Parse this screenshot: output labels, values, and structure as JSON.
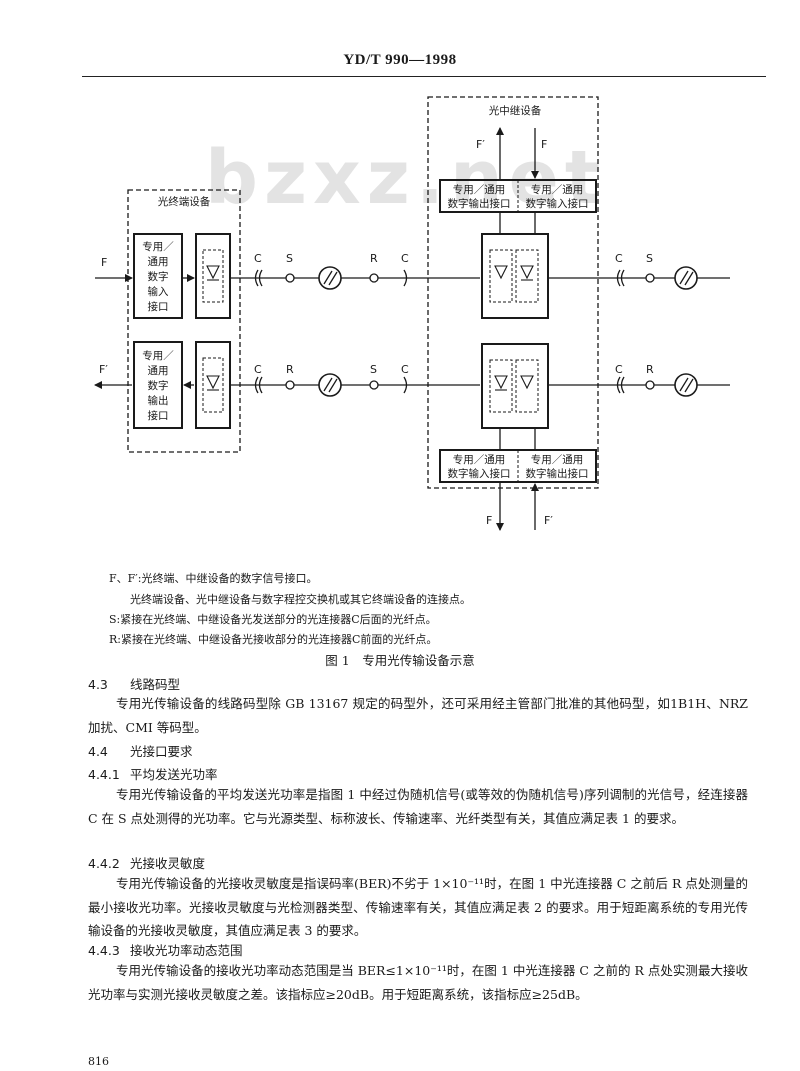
{
  "header": {
    "standard_code": "YD/T 990—1998"
  },
  "watermark": "bzxz.net",
  "diagram": {
    "terminal_title": "光终端设备",
    "repeater_title": "光中继设备",
    "interface_input": "专用／通用数字输入接口",
    "interface_output": "专用／通用数字输出接口",
    "rep_top_left": [
      "专用／通用",
      "数字输出接口"
    ],
    "rep_top_right": [
      "专用／通用",
      "数字输入接口"
    ],
    "rep_bot_left": [
      "专用／通用",
      "数字输入接口"
    ],
    "rep_bot_right": [
      "专用／通用",
      "数字输出接口"
    ],
    "terminal_input_lines": [
      "专用／",
      "通用",
      "数字",
      "输入",
      "接口"
    ],
    "terminal_output_lines": [
      "专用／",
      "通用",
      "数字",
      "输出",
      "接口"
    ],
    "labels": {
      "F": "F",
      "F_prime": "F′",
      "C": "C",
      "S": "S",
      "R": "R"
    }
  },
  "legend": [
    "F、F′:光终端、中继设备的数字信号接口。",
    "光终端设备、光中继设备与数字程控交换机或其它终端设备的连接点。",
    "S:紧接在光终端、中继设备光发送部分的光连接器C后面的光纤点。",
    "R:紧接在光终端、中继设备光接收部分的光连接器C前面的光纤点。"
  ],
  "figure_caption": "图 1　专用光传输设备示意",
  "sections": [
    {
      "num": "4.3",
      "title": "线路码型",
      "body": "专用光传输设备的线路码型除 GB 13167 规定的码型外，还可采用经主管部门批准的其他码型，如1B1H、NRZ 加扰、CMI 等码型。"
    },
    {
      "num": "4.4",
      "title": "光接口要求"
    },
    {
      "num": "4.4.1",
      "title": "平均发送光功率",
      "body": "专用光传输设备的平均发送光功率是指图 1 中经过伪随机信号(或等效的伪随机信号)序列调制的光信号，经连接器 C 在 S 点处测得的光功率。它与光源类型、标称波长、传输速率、光纤类型有关，其值应满足表 1 的要求。"
    },
    {
      "num": "4.4.2",
      "title": "光接收灵敏度",
      "body": "专用光传输设备的光接收灵敏度是指误码率(BER)不劣于 1×10⁻¹¹时，在图 1 中光连接器 C 之前后 R 点处测量的最小接收光功率。光接收灵敏度与光检测器类型、传输速率有关，其值应满足表 2 的要求。用于短距离系统的专用光传输设备的光接收灵敏度，其值应满足表 3 的要求。"
    },
    {
      "num": "4.4.3",
      "title": "接收光功率动态范围",
      "body": "专用光传输设备的接收光功率动态范围是当 BER≤1×10⁻¹¹时，在图 1 中光连接器 C 之前的 R 点处实测最大接收光功率与实测光接收灵敏度之差。该指标应≥20dB。用于短距离系统，该指标应≥25dB。"
    }
  ],
  "page_number": "816"
}
